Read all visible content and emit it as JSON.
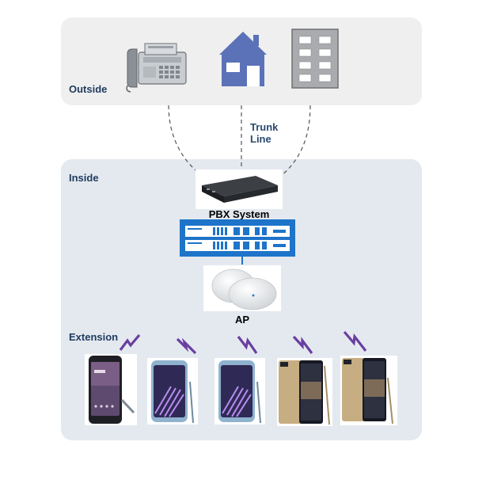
{
  "zones": {
    "outside": {
      "label": "Outside"
    },
    "inside": {
      "label": "Inside"
    }
  },
  "trunk": {
    "line1": "Trunk",
    "line2": "Line"
  },
  "pbx": {
    "label": "PBX System"
  },
  "ap": {
    "label": "AP"
  },
  "extension": {
    "label": "Extension"
  },
  "colors": {
    "outside_bg": "#efefef",
    "inside_bg": "#e4e9ef",
    "house": "#5b72b8",
    "switch": "#1d74c9",
    "signal": "#6a3fa0"
  },
  "icons": {
    "outside": [
      "fax-phone-icon",
      "house-icon",
      "office-building-icon"
    ],
    "inside": [
      "pbx-device-icon",
      "network-switch-icon",
      "access-point-icon"
    ],
    "extensions": [
      "smartphone-icon",
      "smartphone-icon",
      "smartphone-icon",
      "smartphone-icon",
      "smartphone-icon"
    ]
  }
}
